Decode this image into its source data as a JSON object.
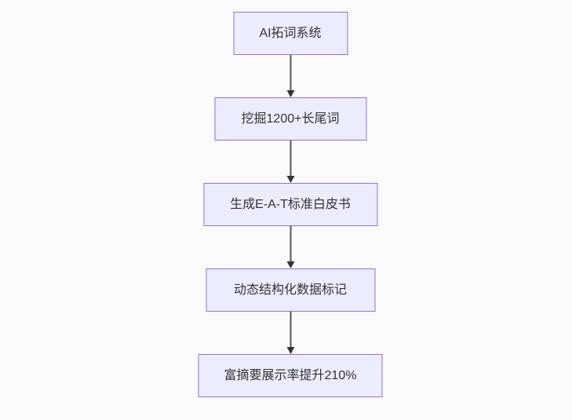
{
  "page": {
    "background_color": "#fafafa"
  },
  "diagram": {
    "type": "flowchart",
    "direction": "top-down",
    "node_fill_color": "#ECECFF",
    "node_border_color": "#9370DB",
    "node_text_color": "#333333",
    "edge_color": "#333333",
    "nodes": [
      {
        "id": "A",
        "label": "AI拓词系统"
      },
      {
        "id": "B",
        "label": "挖掘1200+长尾词"
      },
      {
        "id": "C",
        "label": "生成E-A-T标准白皮书"
      },
      {
        "id": "D",
        "label": "动态结构化数据标记"
      },
      {
        "id": "E",
        "label": "富摘要展示率提升210%"
      }
    ],
    "edges": [
      {
        "from": "A",
        "to": "B"
      },
      {
        "from": "B",
        "to": "C"
      },
      {
        "from": "C",
        "to": "D"
      },
      {
        "from": "D",
        "to": "E"
      }
    ]
  }
}
